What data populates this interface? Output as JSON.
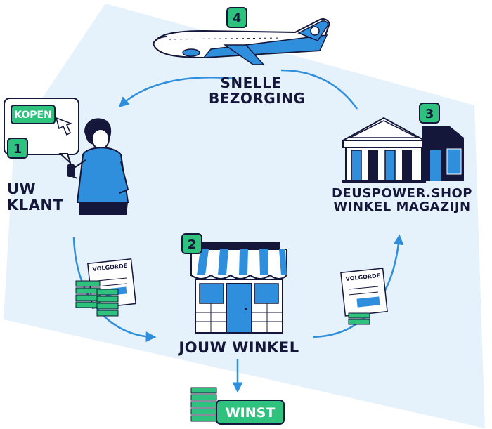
{
  "steps": {
    "customer": {
      "number": "1",
      "line1": "UW",
      "line2": "KLANT",
      "button_label": "KOPEN"
    },
    "shop": {
      "number": "2",
      "label": "JOUW WINKEL"
    },
    "warehouse": {
      "number": "3",
      "line1": "DEUSPOWER.SHOP",
      "line2": "WINKEL MAGAZIJN"
    },
    "delivery": {
      "number": "4",
      "line1": "SNELLE",
      "line2": "BEZORGING"
    }
  },
  "documents": {
    "left_order_label": "VOLGORDE",
    "right_order_label": "VOLGORDE"
  },
  "profit": {
    "label": "WINST"
  },
  "colors": {
    "background_shape": "#e6f2fb",
    "accent_blue": "#2f8fdd",
    "dark_navy": "#14173a",
    "green": "#2ec27e",
    "arrow_blue": "#2f8fdd"
  },
  "icons": [
    "airplane-icon",
    "shopper-icon",
    "pointer-hand-icon",
    "warehouse-icon",
    "shop-icon",
    "money-stack-icon",
    "order-document-icon"
  ]
}
